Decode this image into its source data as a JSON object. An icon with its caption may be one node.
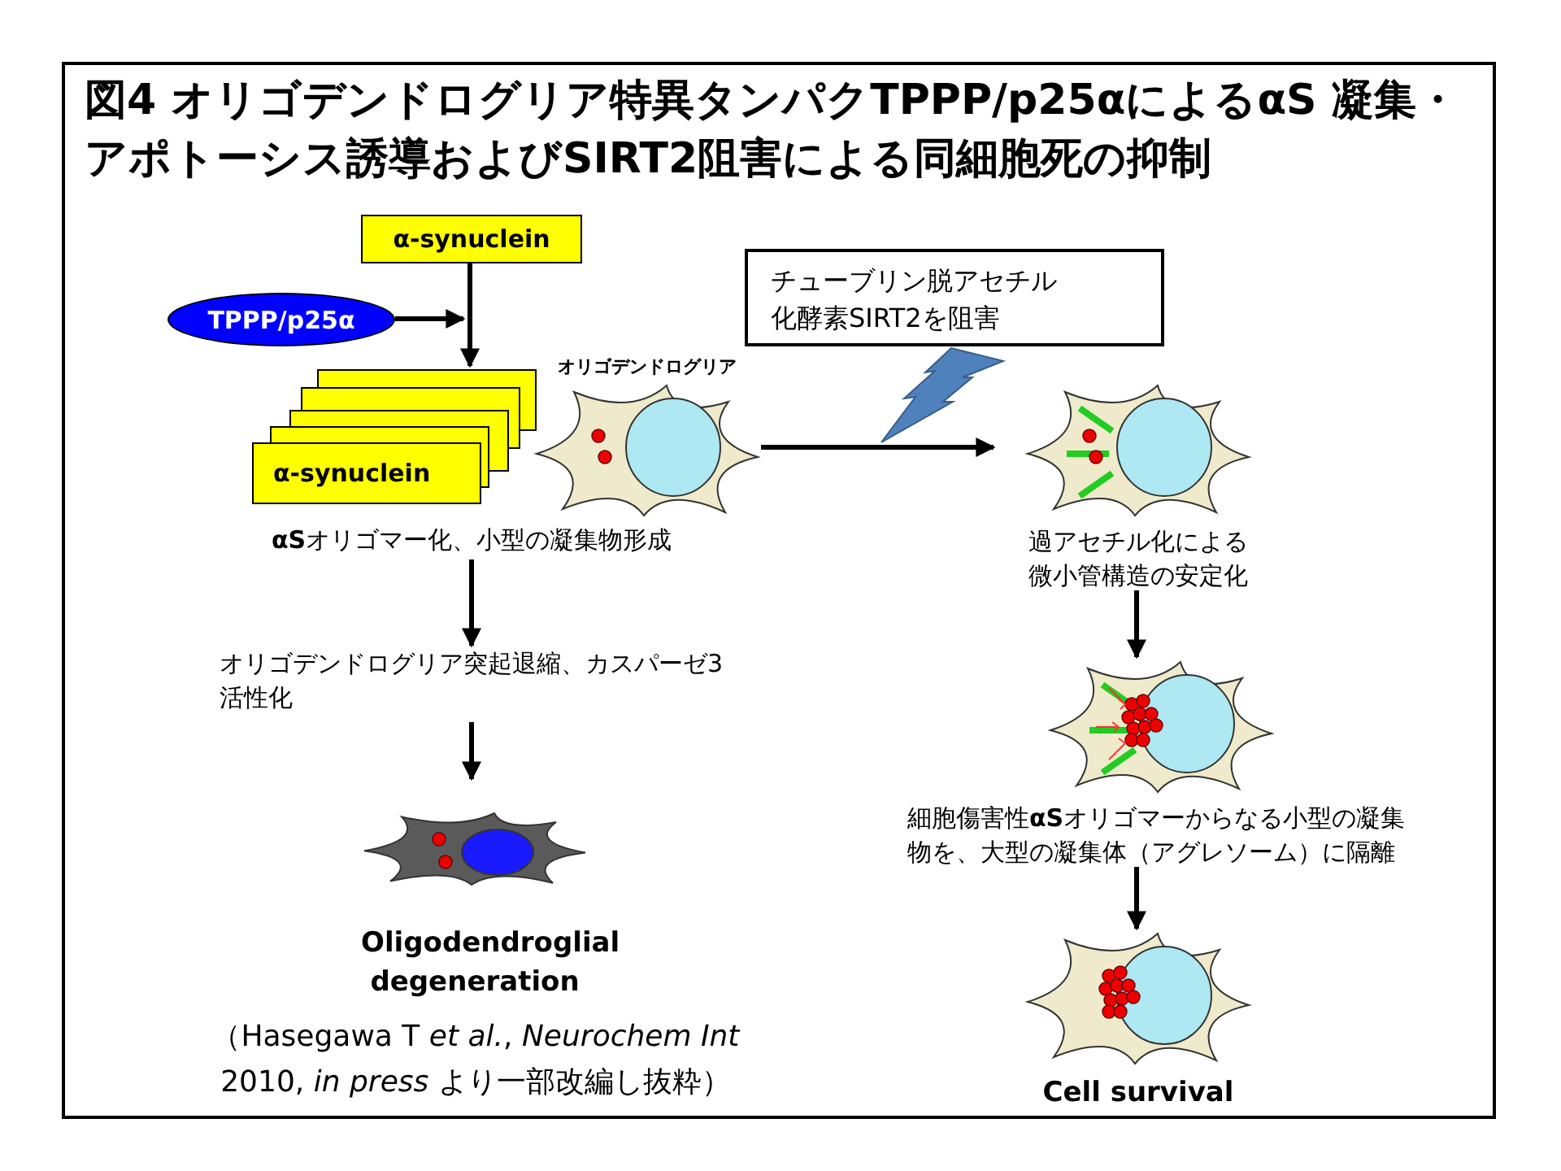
{
  "diagram": {
    "title": "図4 オリゴデンドログリア特異タンパクTPPP/p25αによるαS 凝集・アポトーシス誘導およびSIRT2阻害による同細胞死の抑制",
    "nodes": [
      {
        "text": [
          "α-synuclein"
        ]
      },
      {
        "text": [
          "TPPP/p25α"
        ]
      },
      {
        "text": [
          "α-synuclein"
        ]
      },
      {
        "text": [],
        "shape": "picture",
        "beside": [
          "オリゴデンドログリア"
        ]
      },
      {
        "text": [
          "**αS**オリゴマー化、小型の凝集物形成"
        ]
      },
      {
        "text": [
          "オリゴデンドログリア突起退縮、カスパーゼ3活性化"
        ]
      },
      {
        "text": [],
        "shape": "picture",
        "beside": [
          "Oligodendroglial degeneration"
        ]
      },
      {
        "text": [
          "チューブリン脱アセチル化酵素SIRT2を阻害"
        ]
      },
      {
        "text": [],
        "shape": "picture",
        "beside": [
          "過アセチル化による微小管構造の安定化"
        ]
      },
      {
        "text": [],
        "shape": "picture",
        "beside": [
          "細胞傷害性**αS**オリゴマーからなる小型の凝集物を、大型の凝集体（アグレソーム）に隔離"
        ]
      },
      {
        "text": [],
        "shape": "picture",
        "beside": [
          "Cell survival"
        ]
      }
    ],
    "edges": [
      {
        "from": 0,
        "to": 2,
        "arrow": "to"
      },
      {
        "from": 1,
        "to": null,
        "arrow": "to"
      },
      {
        "from": 3,
        "to": 8,
        "arrow": "to"
      },
      {
        "from": 4,
        "to": 5,
        "arrow": "to"
      },
      {
        "from": 5,
        "to": 6,
        "arrow": "to"
      },
      {
        "from": 8,
        "to": 9,
        "arrow": "to"
      },
      {
        "from": 9,
        "to": 10,
        "arrow": "to"
      }
    ],
    "labels": [
      "（Hasegawa T *et al.*, *Neurochem Int* 2010, *in press* より一部改編し抜粋）"
    ]
  }
}
